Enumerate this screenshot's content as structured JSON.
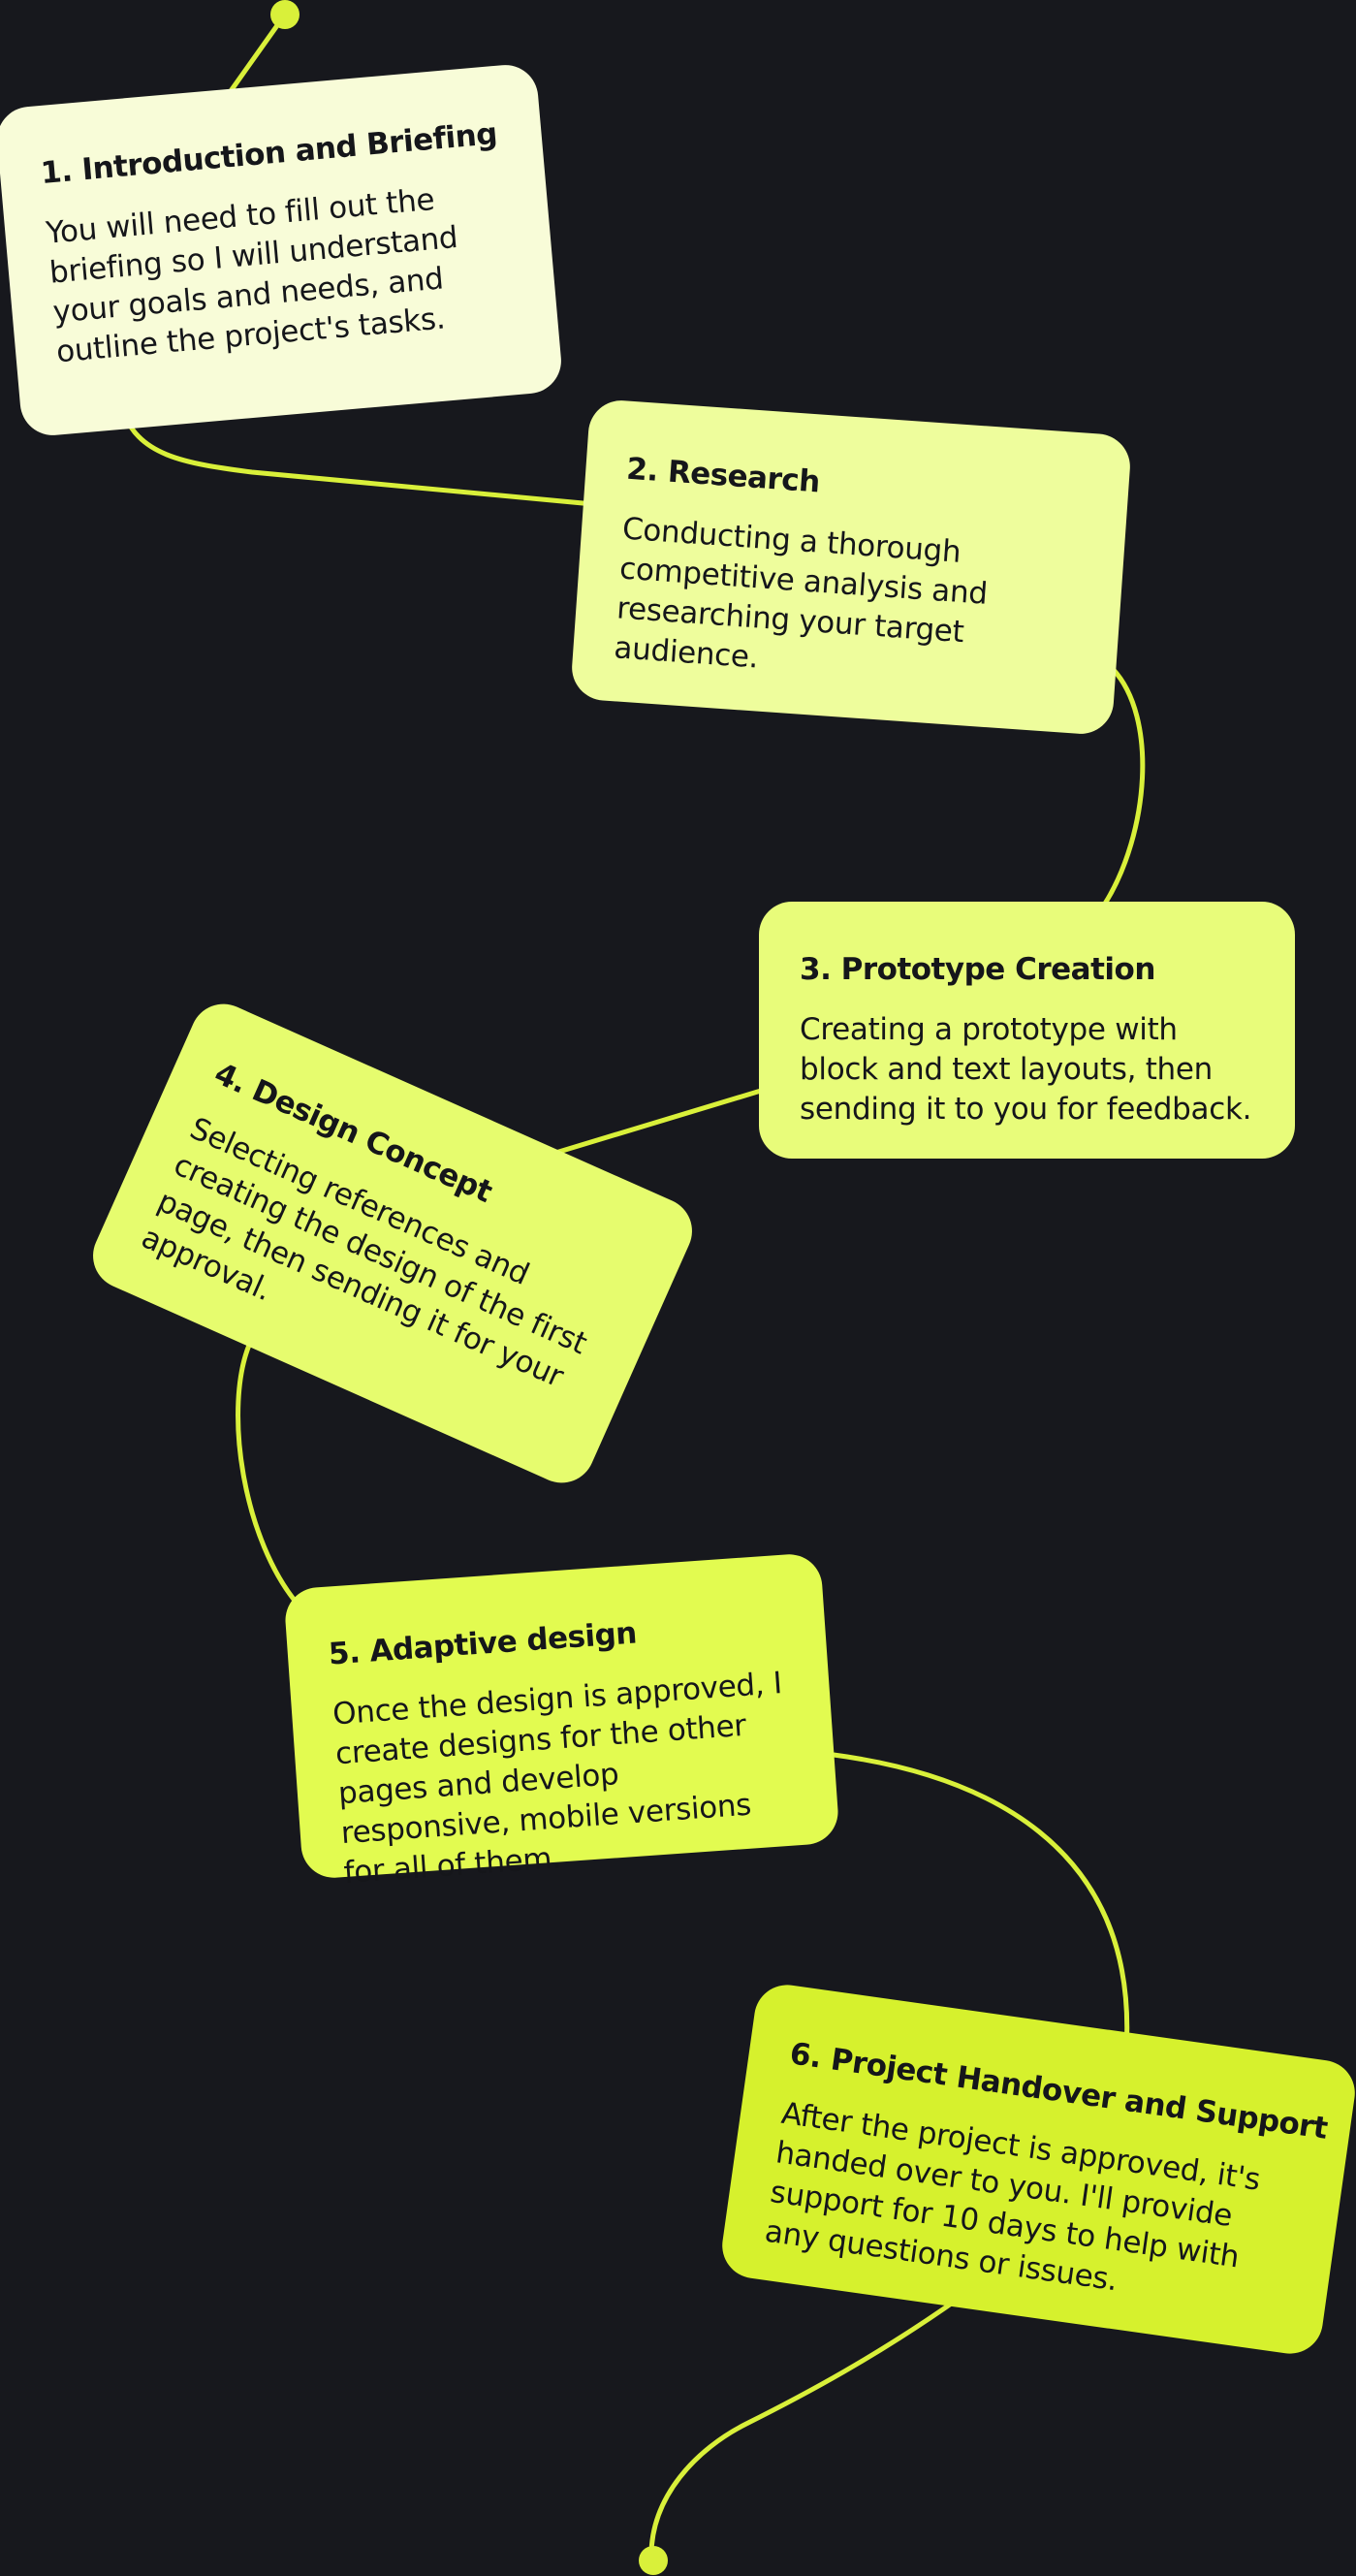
{
  "colors": {
    "background": "#17181d",
    "connector": "#d9f03a",
    "text": "#15161a",
    "card_1": "#f8fcd8",
    "card_2": "#eefd9c",
    "card_3": "#e8fc7a",
    "card_4": "#e6fc6e",
    "card_5": "#e2fb50",
    "card_6": "#d6f12d"
  },
  "steps": [
    {
      "title": "1. Introduction and Briefing",
      "description": "You will need to fill out the briefing so I will understand your goals and needs, and outline the project's tasks."
    },
    {
      "title": "2.  Research",
      "description": "Conducting a thorough competitive analysis and researching your target audience."
    },
    {
      "title": "3. Prototype Creation",
      "description": "Creating a prototype with block and text layouts, then sending it to you for feedback."
    },
    {
      "title": "4. Design Concept",
      "description": "Selecting references and creating the design of the first page, then sending it for your approval."
    },
    {
      "title": "5.  Adaptive design",
      "description": "Once the design is approved, I create designs for the other pages and develop responsive, mobile versions for all of them."
    },
    {
      "title": "6. Project Handover and Support",
      "description": "After the project is approved, it's handed over to you. I'll provide support for 10 days to help with any questions or issues."
    }
  ]
}
